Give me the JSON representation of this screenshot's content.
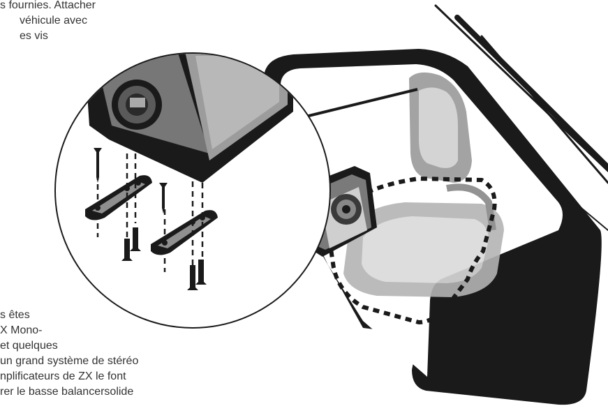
{
  "top_text": [
    "s fournies. Attacher",
    "véhicule avec",
    "es vis"
  ],
  "bottom_text": [
    "s êtes",
    "X Mono-",
    "et quelques",
    "un grand système de stéréo",
    "nplificateurs de ZX le font",
    "rer le basse balancersolide"
  ],
  "colors": {
    "text": "#333333",
    "outline": "#1a1a1a",
    "gray_dark": "#555555",
    "gray_mid": "#8a8a8a",
    "gray_light": "#c8c8c8"
  }
}
